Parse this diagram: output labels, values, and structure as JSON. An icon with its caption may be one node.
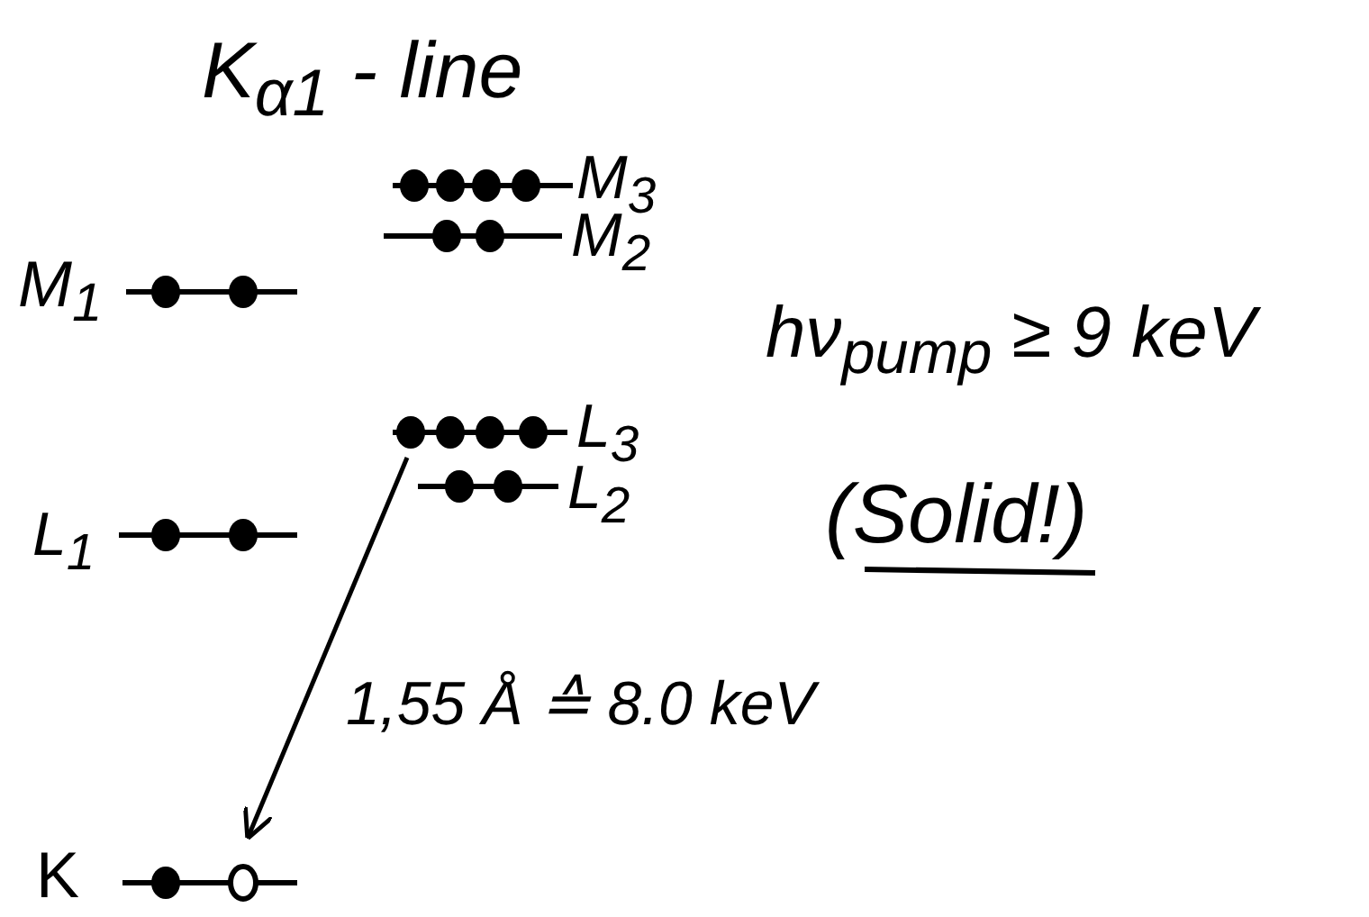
{
  "diagram": {
    "title": "K$_{α1}$ - line",
    "nodes": [
      {
        "text": [
          "M$_{3}$"
        ]
      },
      {
        "text": [
          "M$_{2}$"
        ]
      },
      {
        "text": [
          "M$_{1}$"
        ]
      },
      {
        "text": [
          "L$_{3}$"
        ]
      },
      {
        "text": [
          "L$_{2}$"
        ]
      },
      {
        "text": [
          "L$_{1}$"
        ]
      },
      {
        "text": [
          "K"
        ]
      }
    ],
    "edges": [
      {
        "from": 3,
        "to": 6,
        "arrow": "to",
        "label": "1,55 Å ≙ 8.0 keV"
      }
    ],
    "labels": [
      "hν$_{pump}$ ≥ 9 keV",
      "(Solid!)"
    ]
  }
}
